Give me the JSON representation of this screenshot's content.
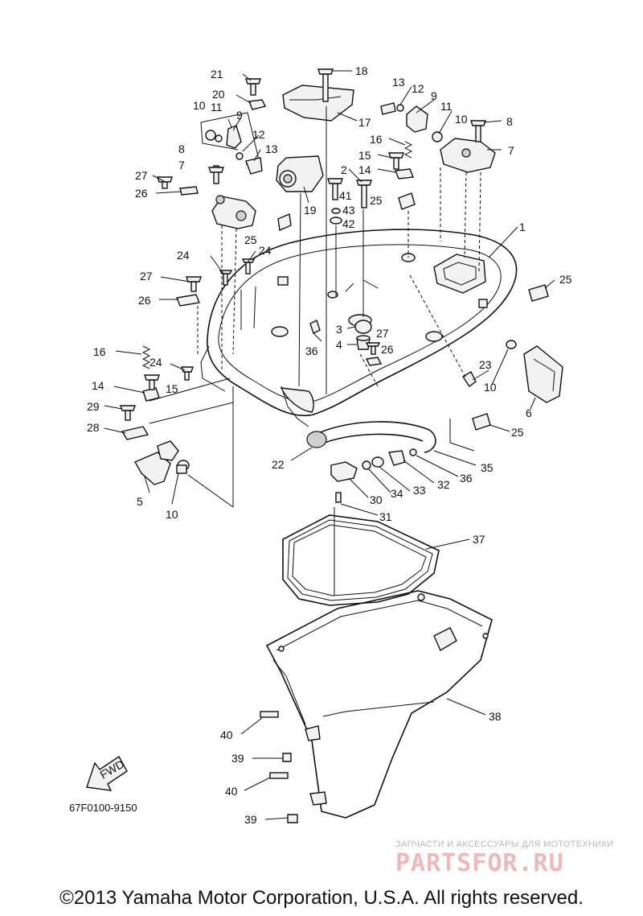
{
  "diagram": {
    "callouts": {
      "c1": "1",
      "c2": "2",
      "c3": "3",
      "c4": "4",
      "c5": "5",
      "c6": "6",
      "c7a": "7",
      "c7b": "7",
      "c8a": "8",
      "c8b": "8",
      "c9a": "9",
      "c9b": "9",
      "c10a": "10",
      "c10b": "10",
      "c10c": "10",
      "c10d": "10",
      "c11a": "11",
      "c11b": "11",
      "c12a": "12",
      "c12b": "12",
      "c13a": "13",
      "c13b": "13",
      "c14a": "14",
      "c14b": "14",
      "c15a": "15",
      "c15b": "15",
      "c16a": "16",
      "c16b": "16",
      "c17": "17",
      "c18": "18",
      "c19": "19",
      "c20": "20",
      "c21": "21",
      "c22": "22",
      "c23": "23",
      "c24a": "24",
      "c24b": "24",
      "c24c": "24",
      "c25a": "25",
      "c25b": "25",
      "c25c": "25",
      "c25d": "25",
      "c26a": "26",
      "c26b": "26",
      "c26c": "26",
      "c27a": "27",
      "c27b": "27",
      "c27c": "27",
      "c28": "28",
      "c29": "29",
      "c30": "30",
      "c31": "31",
      "c32": "32",
      "c33": "33",
      "c34": "34",
      "c35": "35",
      "c36a": "36",
      "c36b": "36",
      "c37": "37",
      "c38": "38",
      "c39a": "39",
      "c39b": "39",
      "c40a": "40",
      "c40b": "40",
      "c41": "41",
      "c42": "42",
      "c43": "43"
    },
    "fwd_label": "FWD",
    "doc_code": "67F0100-9150"
  },
  "watermark": {
    "subtitle": "ЗАПЧАСТИ И АКСЕССУАРЫ ДЛЯ МОТОТЕХНИКИ",
    "logo": "PARTSFOR.RU"
  },
  "footer": {
    "copyright": "©2013 Yamaha Motor Corporation, U.S.A. All rights reserved."
  }
}
